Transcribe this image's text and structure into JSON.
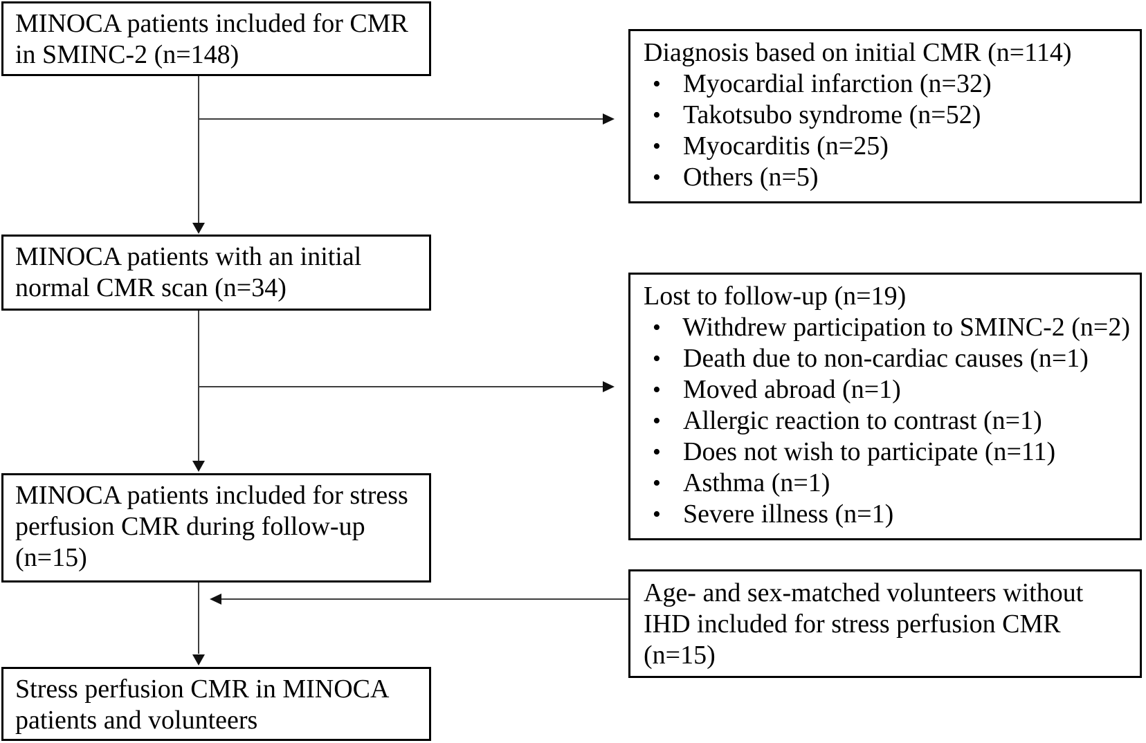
{
  "flow": {
    "left_boxes": [
      {
        "name": "minoca-included-cmr",
        "text": "MINOCA patients included for CMR\nin SMINC-2 (n=148)"
      },
      {
        "name": "initial-normal-cmr",
        "text": "MINOCA patients with an initial\nnormal CMR scan (n=34)"
      },
      {
        "name": "stress-perfusion-followup",
        "text": "MINOCA patients included for stress\nperfusion CMR during follow-up\n(n=15)"
      },
      {
        "name": "stress-perfusion-final",
        "text": "Stress perfusion CMR in MINOCA\npatients and volunteers"
      }
    ],
    "right_boxes": [
      {
        "name": "diagnosis-initial-cmr",
        "title": "Diagnosis based on initial CMR (n=114)",
        "bullet": "•",
        "items": [
          "Myocardial infarction (n=32)",
          "Takotsubo syndrome (n=52)",
          "Myocarditis (n=25)",
          "Others (n=5)"
        ]
      },
      {
        "name": "lost-to-followup",
        "title": "Lost to follow-up (n=19)",
        "bullet": "•",
        "items": [
          "Withdrew participation to SMINC-2 (n=2)",
          "Death due to non-cardiac causes (n=1)",
          "Moved abroad (n=1)",
          "Allergic reaction to contrast (n=1)",
          "Does not wish to participate (n=11)",
          "Asthma (n=1)",
          "Severe illness (n=1)"
        ]
      },
      {
        "name": "matched-volunteers",
        "text": "Age- and sex-matched volunteers without\nIHD included for stress perfusion CMR\n(n=15)"
      }
    ],
    "colors": {
      "background": "#ffffff",
      "box_border": "#000000",
      "text": "#000000",
      "connector": "#3d3d3d"
    }
  }
}
